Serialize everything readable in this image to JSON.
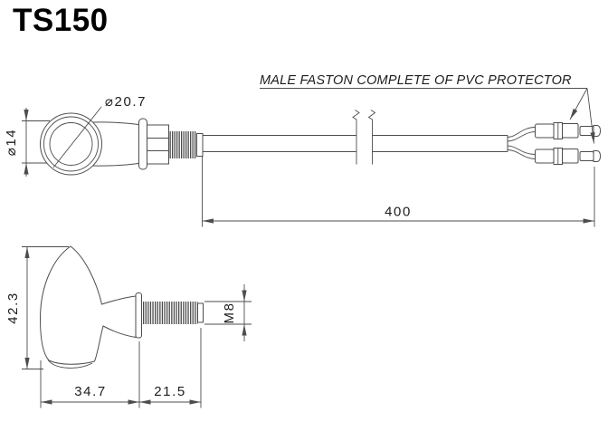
{
  "title": "TS150",
  "callout": {
    "label": "MALE FASTON COMPLETE OF PVC PROTECTOR"
  },
  "dimensions": {
    "lens_outer_diameter": "⌀20.7",
    "lens_inner_diameter": "⌀14",
    "cable_length": "400",
    "body_height": "42.3",
    "body_length": "34.7",
    "thread_length": "21.5",
    "thread_size": "M8"
  },
  "colors": {
    "line": "#4d4d4d",
    "text": "#1c1c1c",
    "title": "#000000",
    "background": "#ffffff"
  }
}
